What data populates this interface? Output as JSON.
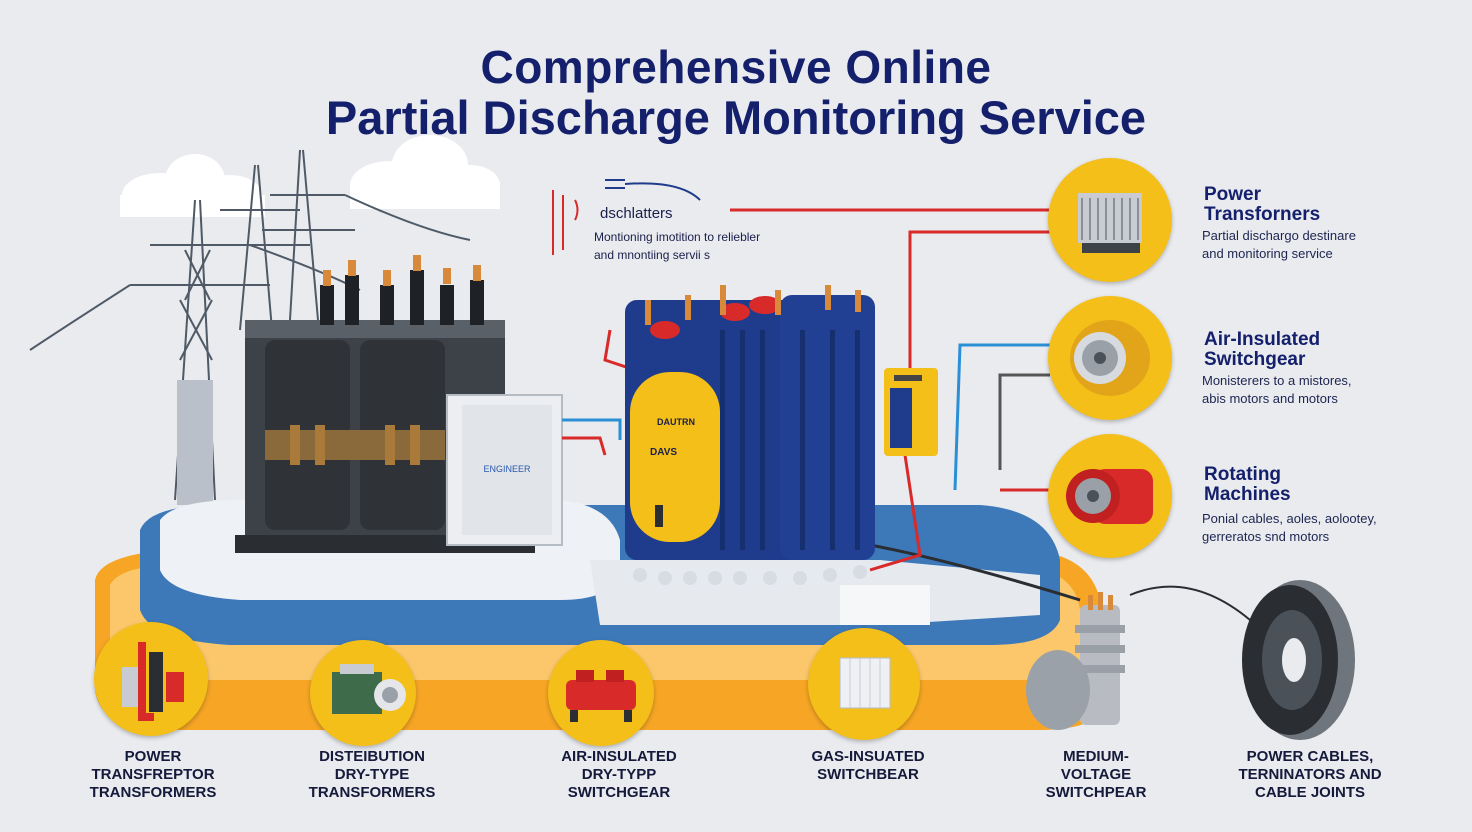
{
  "title": {
    "line1": "Comprehensive Online",
    "line2": "Partial Discharge Monitoring Service"
  },
  "note": {
    "title": "dschlatters",
    "line1": "Montioning imotition to reliebler",
    "line2": "and mnontiing servii s"
  },
  "device_labels": {
    "cabinet": "ENGINEER",
    "monitor_brand": "DAUTRN",
    "monitor_model": "DAVS"
  },
  "right_callouts": [
    {
      "title_line1": "Power",
      "title_line2": "Transforners",
      "desc_line1": "Partial dischargo destinare",
      "desc_line2": "and monitoring service",
      "icon": "transformer-core-icon"
    },
    {
      "title_line1": "Air-Insulated",
      "title_line2": "Switchgear",
      "desc_line1": "Monisterers to a mistores,",
      "desc_line2": "abis motors and motors",
      "icon": "switchgear-motor-icon"
    },
    {
      "title_line1": "Rotating",
      "title_line2": "Machines",
      "desc_line1": "Ponial cables, aoles, aolootey,",
      "desc_line2": "gerreratos snd motors",
      "icon": "rotating-machine-icon"
    }
  ],
  "bottom_items": [
    {
      "line1": "POWER",
      "line2": "TRANSFREPTOR",
      "line3": "TRANSFORMERS",
      "icon": "bushing-transformer-icon"
    },
    {
      "line1": "DISTEIBUTION",
      "line2": "DRY-TYPE",
      "line3": "TRANSFORMERS",
      "icon": "dry-type-transformer-icon"
    },
    {
      "line1": "AIR-INSULATED",
      "line2": "DRY-TYPP",
      "line3": "SWITCHGEAR",
      "icon": "air-insulated-switchgear-icon"
    },
    {
      "line1": "",
      "line2": "GAS-INSUATED",
      "line3": "SWITCHBEAR",
      "icon": "gas-insulated-switchgear-icon"
    },
    {
      "line1": "MEDIUM-",
      "line2": "VOLTAGE",
      "line3": "SWITCHPEAR",
      "icon": "medium-voltage-bushing-icon"
    },
    {
      "line1": "POWER CABLES,",
      "line2": "TERNINATORS AND",
      "line3": "CABLE JOINTS",
      "icon": "cable-drum-icon"
    }
  ],
  "colors": {
    "title": "#14206b",
    "accent_yellow": "#f4bf18",
    "platform_blue": "#3d78b8",
    "platform_orange": "#f6a524",
    "wire_red": "#d92a2a",
    "wire_blue": "#2b8fd6",
    "monitor_blue": "#1f3c8c"
  }
}
